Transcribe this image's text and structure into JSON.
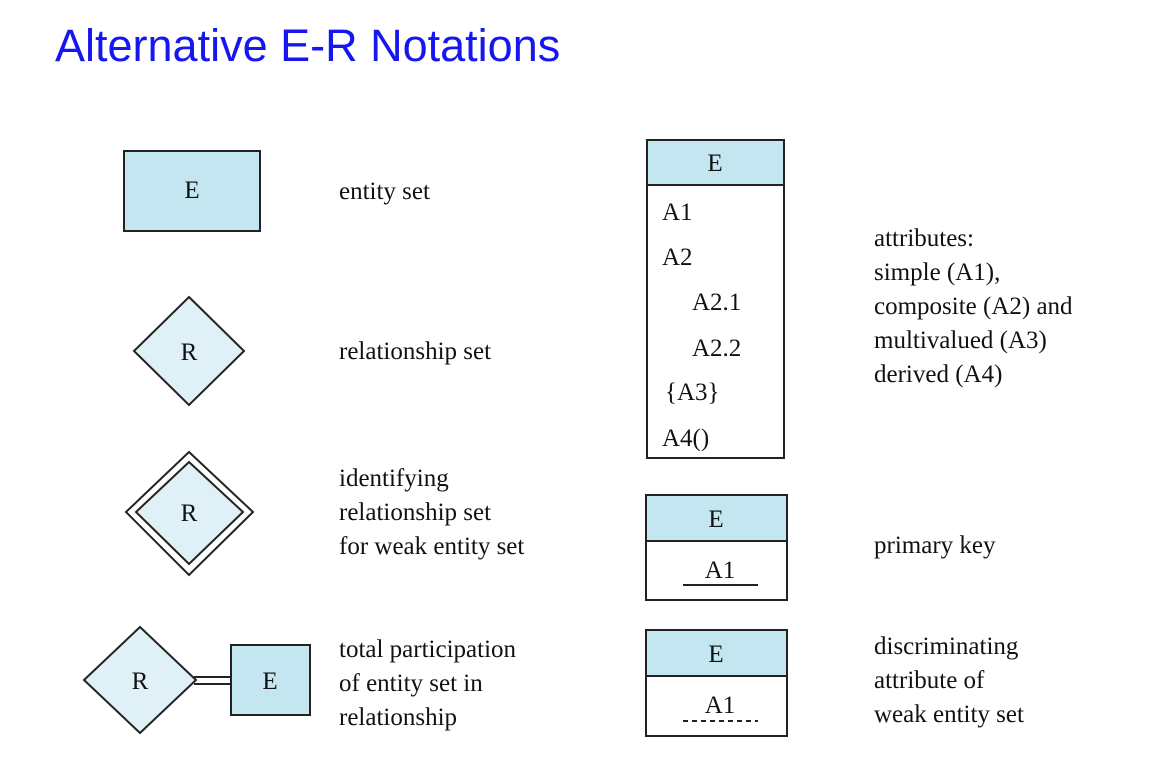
{
  "title": "Alternative E-R Notations",
  "symbols": {
    "entity": "E",
    "relationship": "R",
    "identifying_relationship": "R",
    "total_participation_relationship": "R",
    "total_participation_entity": "E"
  },
  "labels": {
    "entity_set": "entity set",
    "relationship_set": "relationship set",
    "identifying": [
      "identifying",
      "relationship set",
      "for weak entity set"
    ],
    "total_participation": [
      "total participation",
      "of entity set in",
      "relationship"
    ],
    "attributes": [
      "attributes:",
      "simple (A1),",
      "composite (A2) and",
      "multivalued (A3)",
      "derived (A4)"
    ],
    "primary_key": "primary key",
    "discriminating": [
      "discriminating",
      "attribute of",
      "weak entity set"
    ]
  },
  "attribute_box": {
    "header": "E",
    "items": [
      "A1",
      "A2",
      "A2.1",
      "A2.2",
      "{A3}",
      "A4()"
    ]
  },
  "primary_key_box": {
    "header": "E",
    "attribute": "A1"
  },
  "discriminator_box": {
    "header": "E",
    "attribute": "A1"
  },
  "colors": {
    "fill": "#c3e6f0",
    "stroke": "#222222",
    "title": "#1616f0"
  }
}
